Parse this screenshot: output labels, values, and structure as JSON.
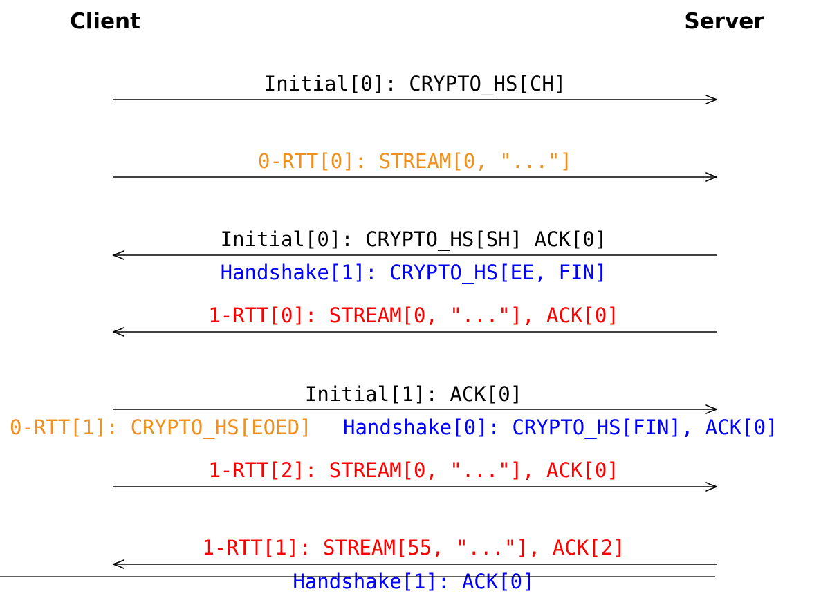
{
  "parties": {
    "client": "Client",
    "server": "Server"
  },
  "colors": {
    "initial": "#000000",
    "zero_rtt": "#f0901e",
    "handshake": "#0000ff",
    "one_rtt": "#ff0000"
  },
  "arrows": [
    {
      "direction": "to-server"
    },
    {
      "direction": "to-server"
    },
    {
      "direction": "to-client"
    },
    {
      "direction": "to-client"
    },
    {
      "direction": "to-server"
    },
    {
      "direction": "to-server"
    },
    {
      "direction": "to-client"
    }
  ],
  "messages": [
    {
      "text": "Initial[0]:  CRYPTO_HS[CH]",
      "kind": "initial"
    },
    {
      "text": "0-RTT[0]:  STREAM[0, \"...\"]",
      "kind": "zero_rtt"
    },
    {
      "text": "Initial[0]:  CRYPTO_HS[SH] ACK[0]",
      "kind": "initial"
    },
    {
      "text": "Handshake[1]:  CRYPTO_HS[EE, FIN]",
      "kind": "handshake"
    },
    {
      "text": "1-RTT[0]:  STREAM[0, \"...\"], ACK[0]",
      "kind": "one_rtt"
    },
    {
      "text": "Initial[1]:  ACK[0]",
      "kind": "initial"
    },
    {
      "text": "0-RTT[1]:  CRYPTO_HS[EOED]",
      "kind": "zero_rtt"
    },
    {
      "text": "Handshake[0]:  CRYPTO_HS[FIN], ACK[0]",
      "kind": "handshake"
    },
    {
      "text": "1-RTT[2]:  STREAM[0, \"...\"], ACK[0]",
      "kind": "one_rtt"
    },
    {
      "text": "1-RTT[1]:  STREAM[55, \"...\"], ACK[2]",
      "kind": "one_rtt"
    },
    {
      "text": "Handshake[1]:  ACK[0]",
      "kind": "handshake"
    }
  ]
}
